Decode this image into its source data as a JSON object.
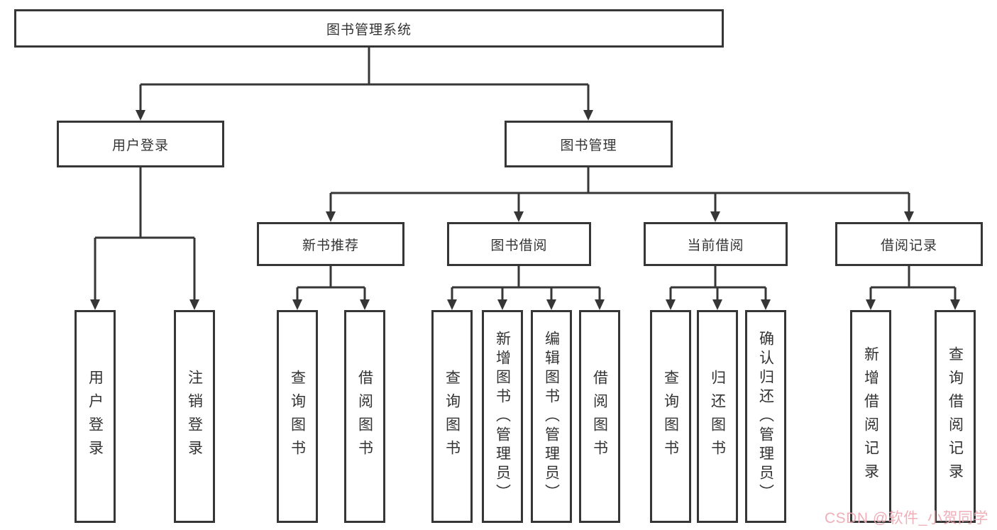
{
  "colors": {
    "line": "#363636",
    "text": "#333333",
    "box-bg": "#ffffff",
    "background": "#ffffff",
    "watermark": "#eda9b3"
  },
  "watermark": {
    "text": "CSDN @软件_小贺同学"
  },
  "nodes": {
    "root": {
      "label": "图书管理系统"
    },
    "user_login": {
      "label": "用户登录"
    },
    "book_mgmt": {
      "label": "图书管理"
    },
    "login": {
      "label": "用户登录"
    },
    "logout": {
      "label": "注销登录"
    },
    "new_book_rec": {
      "label": "新书推荐"
    },
    "book_borrow": {
      "label": "图书借阅"
    },
    "current_borrow": {
      "label": "当前借阅"
    },
    "borrow_records": {
      "label": "借阅记录"
    },
    "rec_query_books": {
      "label": "查询图书"
    },
    "rec_borrow_books": {
      "label": "借阅图书"
    },
    "bb_query_books": {
      "label": "查询图书"
    },
    "bb_add_books": {
      "label": "新增图书（管理员）"
    },
    "bb_edit_books": {
      "label": "编辑图书（管理员）"
    },
    "bb_borrow_books": {
      "label": "借阅图书"
    },
    "cb_query_books": {
      "label": "查询图书"
    },
    "cb_return_books": {
      "label": "归还图书"
    },
    "cb_confirm_return": {
      "label": "确认归还（管理员）"
    },
    "br_add_record": {
      "label": "新增借阅记录"
    },
    "br_query_record": {
      "label": "查询借阅记录"
    }
  },
  "hierarchy": {
    "图书管理系统": {
      "用户登录": [
        "用户登录",
        "注销登录"
      ],
      "图书管理": {
        "新书推荐": [
          "查询图书",
          "借阅图书"
        ],
        "图书借阅": [
          "查询图书",
          "新增图书（管理员）",
          "编辑图书（管理员）",
          "借阅图书"
        ],
        "当前借阅": [
          "查询图书",
          "归还图书",
          "确认归还（管理员）"
        ],
        "借阅记录": [
          "新增借阅记录",
          "查询借阅记录"
        ]
      }
    }
  }
}
